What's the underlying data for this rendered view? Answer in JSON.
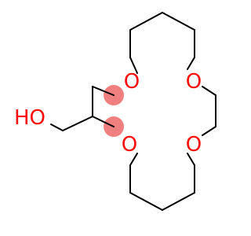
{
  "structure": {
    "labels": {
      "hydroxyl": "HO",
      "oxygen_1": "O",
      "oxygen_2": "O",
      "oxygen_3": "O",
      "oxygen_4": "O"
    },
    "colors": {
      "oxygen": "#ff0d0d",
      "bond": "#000000",
      "highlight": "#f08080",
      "background": "#ffffff"
    }
  }
}
